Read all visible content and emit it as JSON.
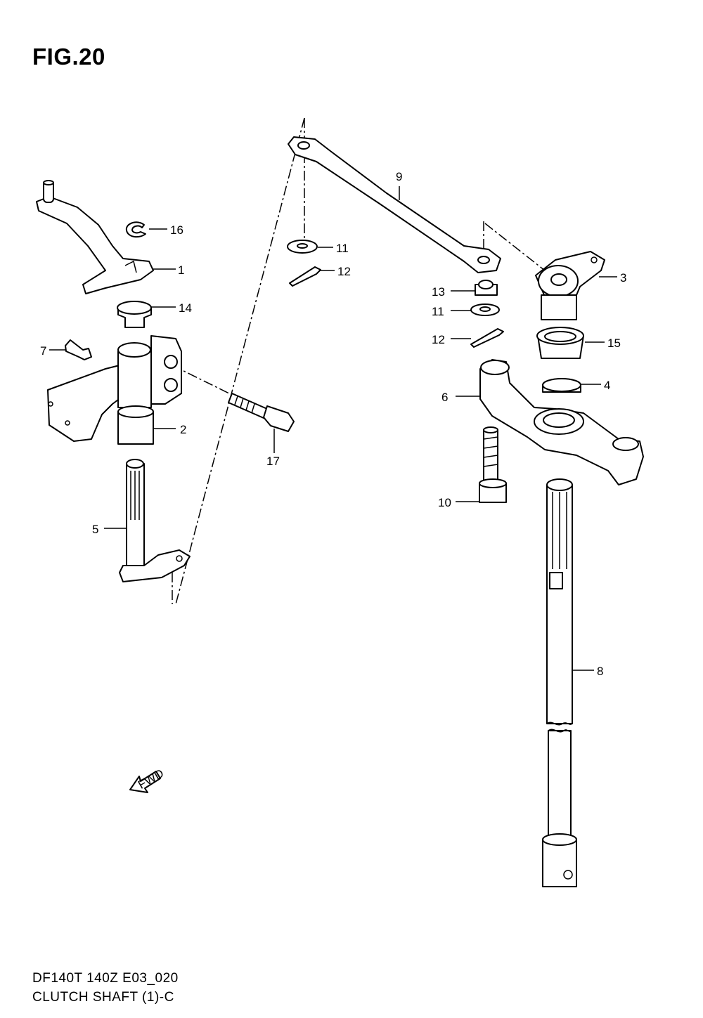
{
  "figure": {
    "title": "FIG.20",
    "caption_line1": "DF140T 140Z E03_020",
    "caption_line2": "CLUTCH SHAFT (1)-C",
    "fwd_label": "FWD"
  },
  "callouts": [
    {
      "id": "c1",
      "label": "1"
    },
    {
      "id": "c2",
      "label": "2"
    },
    {
      "id": "c3",
      "label": "3"
    },
    {
      "id": "c4",
      "label": "4"
    },
    {
      "id": "c5",
      "label": "5"
    },
    {
      "id": "c6",
      "label": "6"
    },
    {
      "id": "c7",
      "label": "7"
    },
    {
      "id": "c8",
      "label": "8"
    },
    {
      "id": "c9",
      "label": "9"
    },
    {
      "id": "c10",
      "label": "10"
    },
    {
      "id": "c11a",
      "label": "11"
    },
    {
      "id": "c11b",
      "label": "11"
    },
    {
      "id": "c12a",
      "label": "12"
    },
    {
      "id": "c12b",
      "label": "12"
    },
    {
      "id": "c13",
      "label": "13"
    },
    {
      "id": "c14",
      "label": "14"
    },
    {
      "id": "c15",
      "label": "15"
    },
    {
      "id": "c16",
      "label": "16"
    },
    {
      "id": "c17",
      "label": "17"
    }
  ]
}
